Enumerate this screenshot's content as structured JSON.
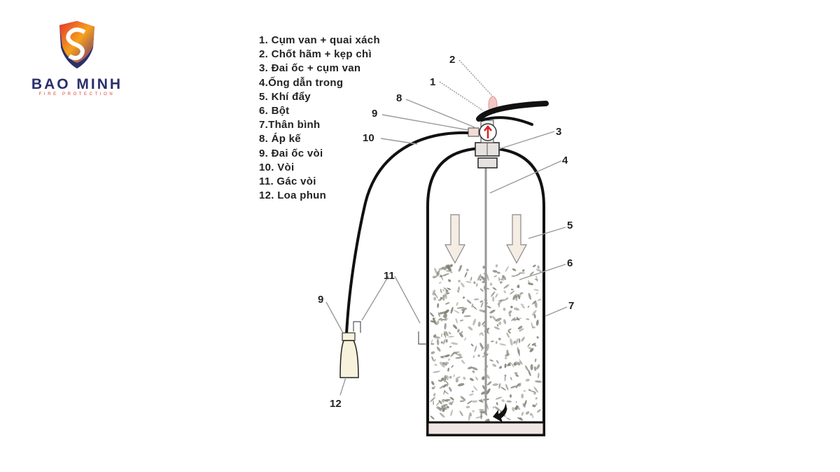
{
  "logo": {
    "brand": "BAO MINH",
    "tagline": "FIRE PROTECTION",
    "colors": {
      "navy": "#2a2f6b",
      "red": "#e5322d",
      "orange": "#f6a21b",
      "purple": "#6a2a7a"
    }
  },
  "legend": [
    "1. Cụm van + quai xách",
    "2. Chốt hãm + kẹp chì",
    "3. Đai ốc + cụm van",
    "4.Ống dẫn trong",
    "5. Khí đẩy",
    "6. Bột",
    "7.Thân bình",
    "8. Áp kế",
    "9. Đai ốc vòi",
    "10. Vòi",
    "11. Gác vòi",
    "12. Loa phun"
  ],
  "callouts": {
    "n1": "1",
    "n2": "2",
    "n3": "3",
    "n4": "4",
    "n5": "5",
    "n6": "6",
    "n7": "7",
    "n8": "8",
    "n9a": "9",
    "n9b": "9",
    "n10": "10",
    "n11": "11",
    "n12": "12"
  },
  "colors": {
    "outline": "#111111",
    "leader": "#9a9a9a",
    "gauge_arrow": "#e02020",
    "pin": "#e89090",
    "nozzle_fill": "#f7f2dc",
    "arrow_fill": "#f5ece4",
    "base_fill": "#efe6e3",
    "powder": "#7d7f72"
  }
}
